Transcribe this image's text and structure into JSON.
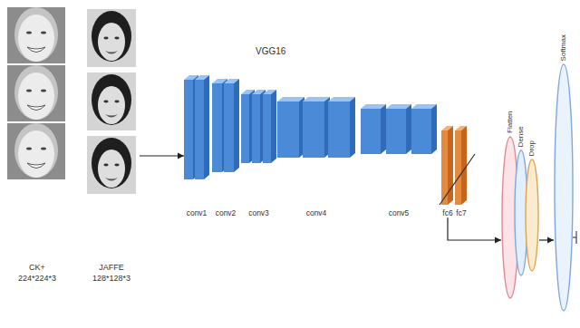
{
  "diagram": {
    "nodes": [
      {
        "text": [
          "CK+ 224*224*3"
        ]
      },
      {
        "text": [
          "JAFFE 128*128*3"
        ]
      },
      {
        "text": [
          "conv1"
        ]
      },
      {
        "text": [
          "conv2"
        ]
      },
      {
        "text": [
          "conv3"
        ]
      },
      {
        "text": [
          "conv4"
        ]
      },
      {
        "text": [
          "conv5"
        ]
      },
      {
        "text": [
          "fc6"
        ]
      },
      {
        "text": [
          "fc7"
        ]
      },
      {
        "text": [
          "Flatten"
        ]
      },
      {
        "text": [
          "Dense"
        ]
      },
      {
        "text": [
          "Drop"
        ]
      },
      {
        "text": [
          "Softmax"
        ]
      }
    ],
    "edges": [
      {
        "from": 1,
        "to": 2,
        "arrow": "to"
      },
      {
        "from": 7,
        "to": 9,
        "arrow": "to"
      },
      {
        "from": 11,
        "to": 12,
        "arrow": "to"
      }
    ],
    "labels": [
      "VGG16"
    ]
  }
}
